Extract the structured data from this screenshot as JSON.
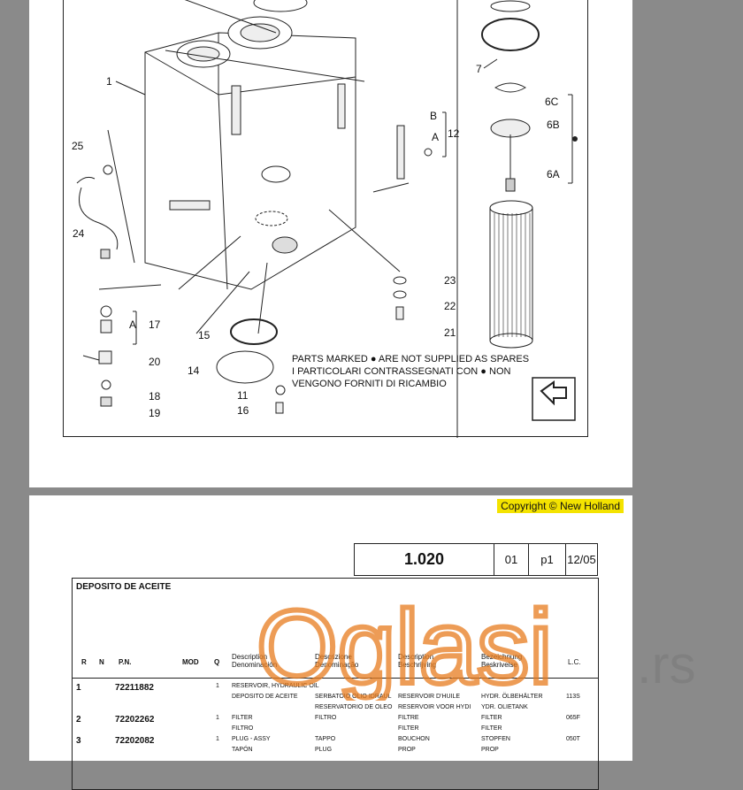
{
  "diagram": {
    "labels": [
      "1",
      "7",
      "6C",
      "6B",
      "6A",
      "B",
      "A",
      "12",
      "25",
      "24",
      "17",
      "20",
      "18",
      "19",
      "A",
      "15",
      "14",
      "11",
      "16",
      "23",
      "22",
      "21"
    ],
    "note_lines": [
      "PARTS MARKED ● ARE NOT SUPPLIED AS SPARES",
      "I  PARTICOLARI  CONTRASSEGNATI  CON  ●  NON",
      "VENGONO FORNITI DI RICAMBIO"
    ]
  },
  "copyright": "Copyright © New Holland",
  "header": {
    "ref": "1.020",
    "c1": "01",
    "c2": "p1",
    "c3": "12/05"
  },
  "table": {
    "title": "DEPOSITO DE ACEITE",
    "columns": {
      "r": "R",
      "n": "N",
      "pn": "P.N.",
      "mod": "MOD",
      "q": "Q",
      "d1": "Description Denominación",
      "d2": "Descrizione Denominação",
      "d3": "Description Beschrijving",
      "d4": "Bezeichnung Beskrivelse",
      "lc": "L.C."
    },
    "rows": [
      {
        "r": "1",
        "pn": "72211882",
        "q": "1",
        "d1a": "RESERVOIR, HYDRAULIC OIL",
        "d1b": "DEPOSITO DE ACEITE",
        "d2a": "SERBATOIO OLIO IDRAUL",
        "d2b": "RESERVATORIO DE OLEO",
        "d3a": "RESERVOIR D'HUILE",
        "d3b": "RESERVOIR VOOR HYDI",
        "d4a": "HYDR. ÖLBEHÄLTER",
        "d4b": "YDR. OLIETANK",
        "lc": "113S"
      },
      {
        "r": "2",
        "pn": "72202262",
        "q": "1",
        "d1a": "FILTER",
        "d1b": "FILTRO",
        "d2a": "FILTRO",
        "d2b": "",
        "d3a": "FILTRE",
        "d3b": "FILTER",
        "d4a": "FILTER",
        "d4b": "FILTER",
        "lc": "065F"
      },
      {
        "r": "3",
        "pn": "72202082",
        "q": "1",
        "d1a": "PLUG - ASSY",
        "d1b": "TAPÓN",
        "d2a": "TAPPO",
        "d2b": "PLUG",
        "d3a": "BOUCHON",
        "d3b": "PROP",
        "d4a": "STOPFEN",
        "d4b": "PROP",
        "lc": "050T"
      }
    ]
  },
  "watermark": {
    "brand": "Oglasi",
    "tld": ".rs",
    "color": "#e87c1e"
  }
}
